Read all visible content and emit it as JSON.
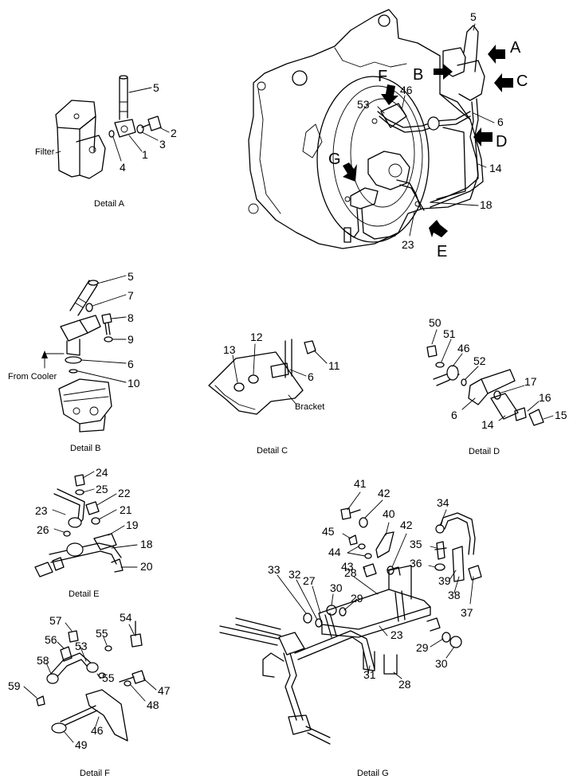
{
  "details": {
    "main": {
      "arrows": [
        "A",
        "B",
        "C",
        "D",
        "E",
        "F",
        "G"
      ],
      "callouts": [
        "5",
        "46",
        "53",
        "6",
        "14",
        "18",
        "23"
      ]
    },
    "a": {
      "title": "Detail  A",
      "text_filter": "Filter",
      "callouts": [
        "5",
        "2",
        "3",
        "1",
        "4"
      ]
    },
    "b": {
      "title": "Detail  B",
      "text_from_cooler": "From Cooler",
      "callouts": [
        "5",
        "7",
        "8",
        "9",
        "6",
        "10"
      ]
    },
    "c": {
      "title": "Detail  C",
      "text_bracket": "Bracket",
      "callouts": [
        "12",
        "13",
        "11",
        "6"
      ]
    },
    "d": {
      "title": "Detail  D",
      "callouts": [
        "50",
        "51",
        "46",
        "52",
        "17",
        "16",
        "15",
        "6",
        "14"
      ]
    },
    "e": {
      "title": "Detail  E",
      "callouts": [
        "24",
        "25",
        "22",
        "21",
        "23",
        "19",
        "26",
        "18",
        "20"
      ]
    },
    "f": {
      "title": "Detail  F",
      "callouts": [
        "57",
        "54",
        "55",
        "56",
        "53",
        "58",
        "55",
        "47",
        "59",
        "48",
        "46",
        "49"
      ]
    },
    "g": {
      "title": "Detail  G",
      "callouts": [
        "41",
        "42",
        "34",
        "40",
        "42",
        "45",
        "35",
        "44",
        "43",
        "36",
        "39",
        "33",
        "32",
        "28",
        "38",
        "27",
        "30",
        "29",
        "37",
        "23",
        "29",
        "30",
        "31",
        "28"
      ]
    }
  }
}
